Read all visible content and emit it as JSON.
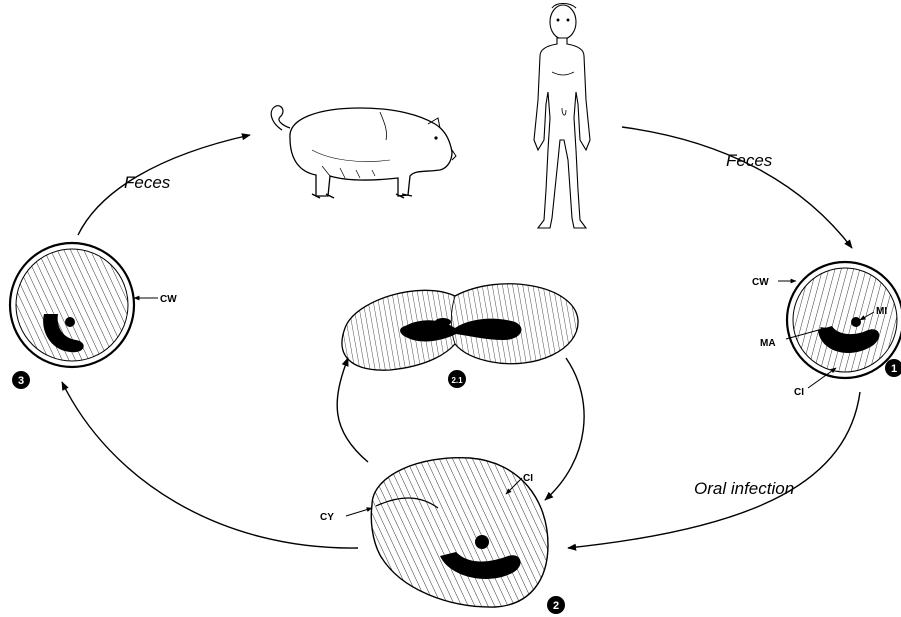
{
  "labels": {
    "feces_left": "Feces",
    "feces_right": "Feces",
    "oral_infection": "Oral infection"
  },
  "stage_numbers": {
    "stage1": "1",
    "stage2": "2",
    "stage21": "2.1",
    "stage3": "3"
  },
  "structure_labels": {
    "cw_left": "CW",
    "cw_right": "CW",
    "mi": "MI",
    "ma": "MA",
    "ci_right": "CI",
    "ci_bottom": "CI",
    "cy": "CY"
  },
  "icons": [
    "pig-icon",
    "human-icon"
  ],
  "colors": {
    "ink": "#000000",
    "paper": "#ffffff"
  }
}
